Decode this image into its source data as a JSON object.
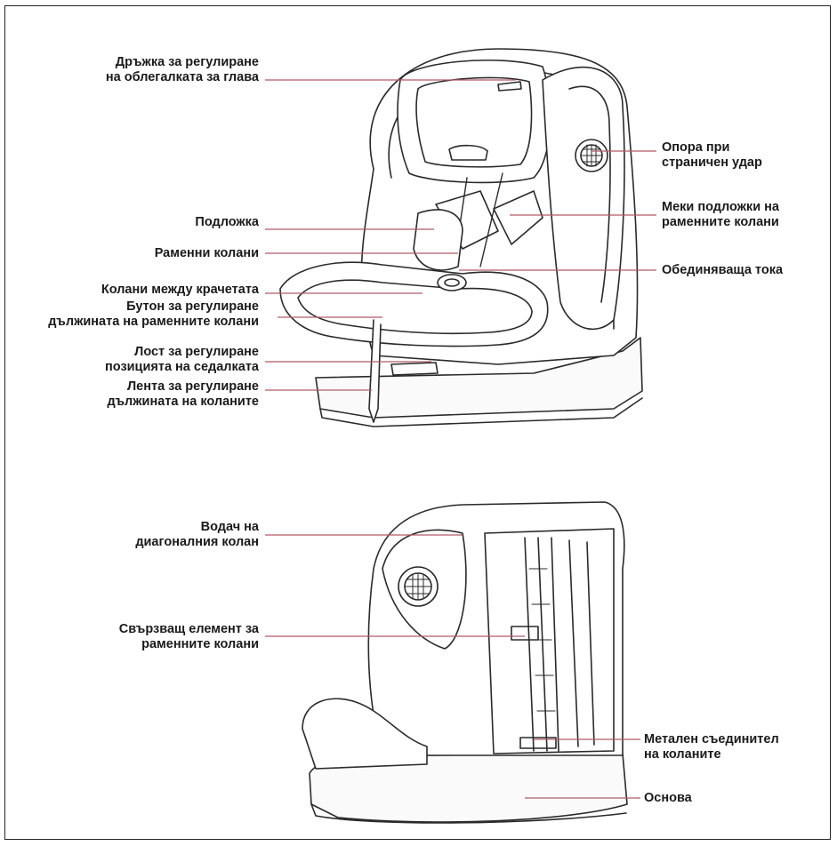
{
  "labels": {
    "headrest_handle": [
      "Дръжка за регулиране",
      "на облегалката за глава"
    ],
    "side_impact": [
      "Опора при",
      "страничен удар"
    ],
    "soft_pads": [
      "Меки подложки на",
      "раменните колани"
    ],
    "cushion": [
      "Подложка"
    ],
    "shoulder_belts": [
      "Раменни колани"
    ],
    "buckle": [
      "Обединяваща тока"
    ],
    "crotch_belt": [
      "Колани между крачетата"
    ],
    "adjust_button": [
      "Бутон за регулиране",
      "дължината на раменните колани"
    ],
    "seat_lever": [
      "Лост за регулиране",
      "позицията на седалката"
    ],
    "adjust_strap": [
      "Лента за регулиране",
      "дължината на коланите"
    ],
    "diagonal_guide": [
      "Водач на",
      "диагоналния колан"
    ],
    "connector": [
      "Свързващ елемент за",
      "раменните колани"
    ],
    "metal_connector": [
      "Метален съединител",
      "на коланите"
    ],
    "base": [
      "Основа"
    ]
  },
  "colors": {
    "leader_line": "#b05b68",
    "outline": "#2a2a2a",
    "text": "#1a1a1a"
  }
}
